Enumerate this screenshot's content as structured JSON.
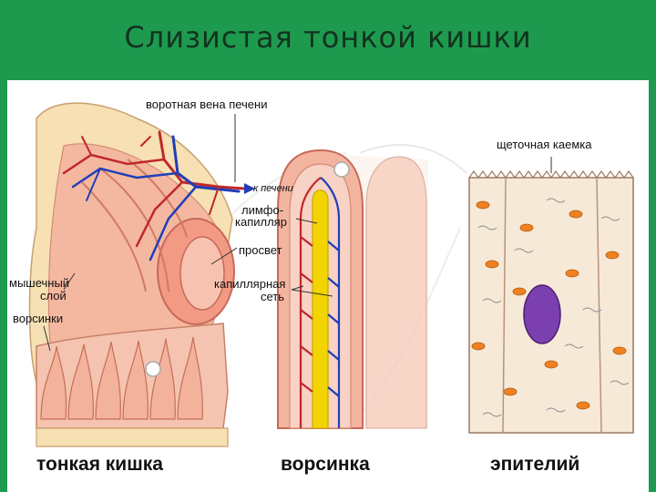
{
  "title": "Слизистая тонкой кишки",
  "labels": {
    "portal_vein": "воротная вена печени",
    "to_liver": "к печени",
    "lymph_1": "лимфо-",
    "lymph_2": "капилляр",
    "lumen": "просвет",
    "capnet_1": "капиллярная",
    "capnet_2": "сеть",
    "muscle_1": "мышечный",
    "muscle_2": "слой",
    "villi": "ворсинки",
    "brush": "щеточная каемка"
  },
  "captions": {
    "intestine": "тонкая кишка",
    "villus": "ворсинка",
    "epithelium": "эпителий"
  },
  "colors": {
    "header": "#1e9a4e",
    "artery": "#c0282a",
    "vein": "#1f3fb8",
    "lymph": "#f2d400",
    "tissue": "#f4b8a0",
    "outer_wall": "#f6e0b4",
    "nucleus": "#7b3fb0",
    "mitochondria": "#f08020"
  }
}
